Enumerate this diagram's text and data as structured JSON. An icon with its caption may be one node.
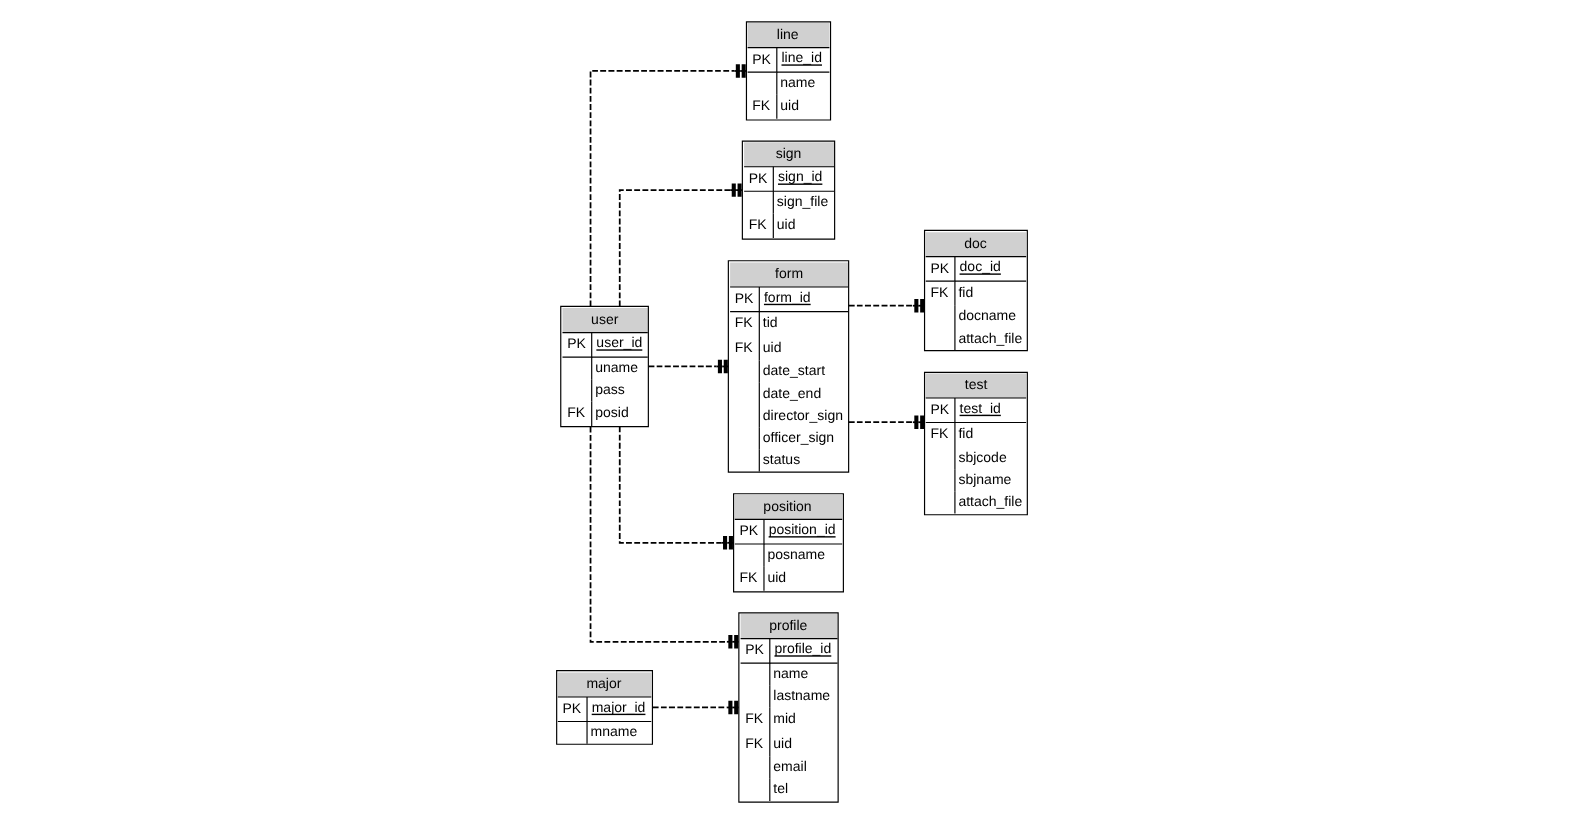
{
  "diagram": {
    "nodes": [
      {
        "text": [
          "line",
          "PK",
          "line_id",
          "name",
          "FK",
          "uid"
        ]
      },
      {
        "text": [
          "sign",
          "PK",
          "sign_id",
          "sign_file",
          "FK",
          "uid"
        ]
      },
      {
        "text": [
          "form",
          "PK",
          "form_id",
          "FK",
          "tid",
          "FK",
          "uid",
          "date_start",
          "date_end",
          "director_sign",
          "officer_sign",
          "status"
        ]
      },
      {
        "text": [
          "doc",
          "PK",
          "doc_id",
          "FK",
          "fid",
          "docname",
          "attach_file"
        ]
      },
      {
        "text": [
          "user",
          "PK",
          "user_id",
          "uname",
          "pass",
          "FK",
          "posid"
        ]
      },
      {
        "text": [
          "test",
          "PK",
          "test_id",
          "FK",
          "fid",
          "sbjcode",
          "sbjname",
          "attach_file"
        ]
      },
      {
        "text": [
          "profile",
          "PK",
          "profile_id",
          "name",
          "lastname",
          "FK",
          "mid",
          "FK",
          "uid",
          "email",
          "tel"
        ]
      },
      {
        "text": [
          "position",
          "PK",
          "position_id",
          "posname",
          "FK",
          "uid"
        ]
      },
      {
        "text": [
          "major",
          "PK",
          "major_id",
          "mname"
        ]
      }
    ],
    "edges": [
      {
        "from": 4,
        "to": 0,
        "arrow": "other",
        "style": "dashed"
      },
      {
        "from": 4,
        "to": 1,
        "arrow": "other",
        "style": "dashed"
      },
      {
        "from": 4,
        "to": 2,
        "arrow": "other",
        "style": "dashed"
      },
      {
        "from": 2,
        "to": 3,
        "arrow": "other",
        "style": "dashed"
      },
      {
        "from": 2,
        "to": 5,
        "arrow": "other",
        "style": "dashed"
      },
      {
        "from": 4,
        "to": 6,
        "arrow": "other",
        "style": "dashed"
      },
      {
        "from": 4,
        "to": 7,
        "arrow": "other",
        "style": "dashed"
      },
      {
        "from": 8,
        "to": 6,
        "arrow": "other",
        "style": "dashed"
      }
    ]
  }
}
